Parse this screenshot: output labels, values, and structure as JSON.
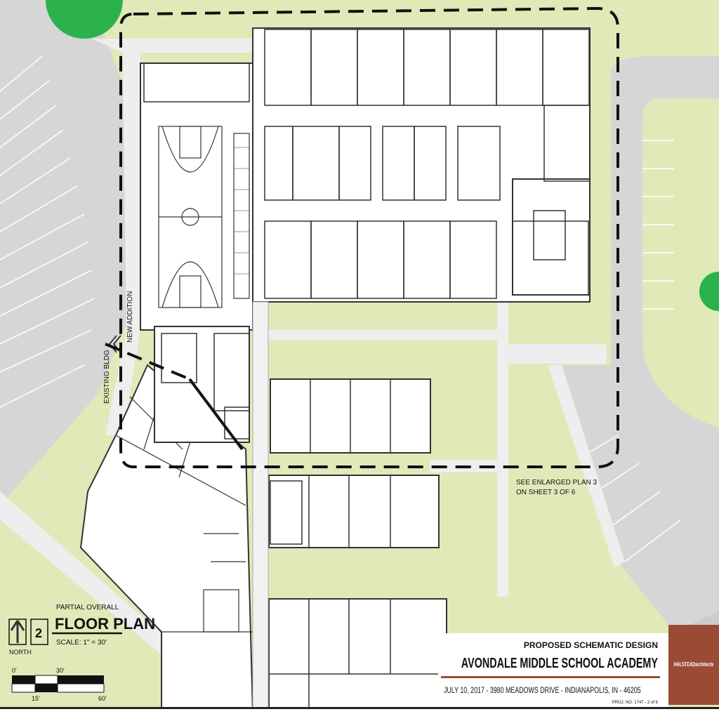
{
  "colors": {
    "lawn": "#dfeab8",
    "parking": "#d9d9d9",
    "building": "#ffffff",
    "wall": "#333333",
    "brand": "#9b4a36",
    "tree": "#2bb24a"
  },
  "labels": {
    "new_addition": "NEW ADDITION",
    "existing_bldg": "EXISTING BLDG",
    "enlarged_line1": "SEE ENLARGED PLAN 3",
    "enlarged_line2": "ON SHEET 3 OF 6"
  },
  "plan_title": {
    "subtitle": "PARTIAL OVERALL",
    "title": "FLOOR PLAN",
    "number": "2",
    "north": "NORTH",
    "scale": "SCALE: 1\" = 30'",
    "scale_bar": {
      "t0": "0'",
      "t30": "30'",
      "t15": "15'",
      "t60": "60'"
    }
  },
  "title_block": {
    "heading": "PROPOSED SCHEMATIC DESIGN",
    "project": "AVONDALE MIDDLE SCHOOL ACADEMY",
    "details": "JULY 10, 2017  -  3980 MEADOWS DRIVE  -  INDIANAPOLIS, IN  -  46205",
    "proj_no": "PROJ. NO. 1747 - 2 of 6",
    "firm": "HALSTEADarchitects"
  }
}
